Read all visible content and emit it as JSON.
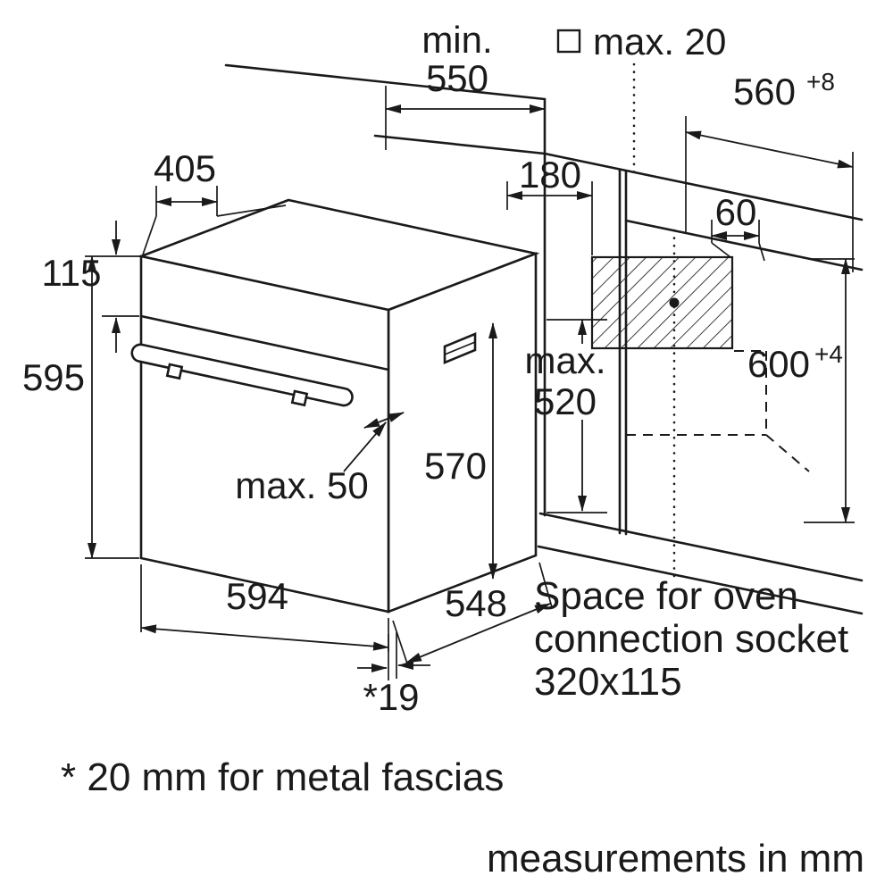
{
  "colors": {
    "ink": "#1a1a1a",
    "bg": "#ffffff"
  },
  "dims": {
    "min_depth": {
      "prefix": "min.",
      "value": "550"
    },
    "top_gap": {
      "label": "max. 20"
    },
    "niche_width": {
      "value": "560",
      "tol": "+8"
    },
    "top_depth": {
      "value": "405"
    },
    "panel_height": {
      "value": "115"
    },
    "oven_height": {
      "value": "595"
    },
    "socket_left": {
      "value": "180"
    },
    "socket_right": {
      "value": "60"
    },
    "socket_max": {
      "line1": "max.",
      "line2": "520"
    },
    "niche_height": {
      "value": "600",
      "tol": "+4"
    },
    "body_height": {
      "value": "570"
    },
    "handle": {
      "label": "max. 50"
    },
    "oven_width": {
      "value": "594"
    },
    "oven_depth": {
      "value": "548"
    },
    "fascia": {
      "value": "*19"
    }
  },
  "notes": {
    "socket1": "Space for oven",
    "socket2": "connection socket",
    "socket3": "320x115",
    "footnote": "* 20 mm for metal fascias",
    "units": "measurements in mm"
  }
}
